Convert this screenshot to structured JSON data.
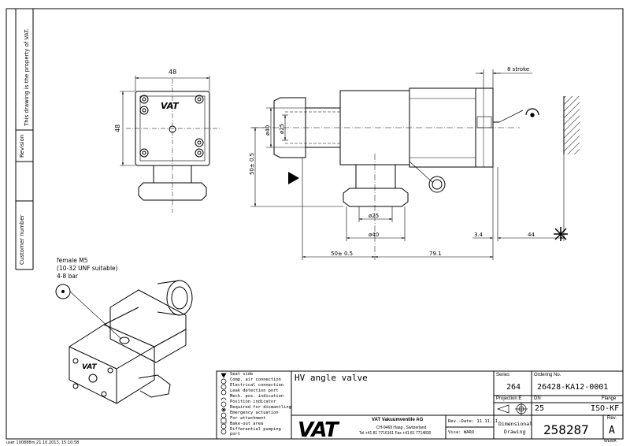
{
  "side_panel": {
    "property_notice": "This drawing is the property of VAT.",
    "revision_label": "Revision",
    "customer_number_label": "Customer number"
  },
  "dimensions": {
    "top_width": "48",
    "top_height": "48",
    "stroke": "8 stroke",
    "dia_40_upper": "ø40",
    "dia_25_upper": "ø25",
    "height_50": "50± 0.5",
    "dia_25_lower": "ø25",
    "dia_40_lower": "ø40",
    "dim_3_4": "3.4",
    "dim_44": "44",
    "length_50": "50± 0.5",
    "length_79_1": "79.1"
  },
  "connection_note": {
    "line1": "female M5",
    "line2": "(10-32 UNF suitable)",
    "line3": "4-8 bar"
  },
  "legend": [
    "Seat side",
    "Comp. air connection",
    "Electrical connection",
    "Leak detection port",
    "Mech. pos. indication",
    "Position indicator",
    "Required for dismantling",
    "Emergency actuation",
    "For attachment",
    "Bake-out area",
    "Differential pumping port"
  ],
  "title_block": {
    "title": "HV angle valve",
    "series_label": "Series",
    "series_value": "264",
    "ordering_label": "Ordering No.",
    "ordering_value": "26428-KA12-0001",
    "projection_label": "Projection E",
    "dn_label": "DN",
    "dn_value": "25",
    "flange_label": "Flange",
    "flange_value": "ISO-KF",
    "company_name": "VAT Vakuumventile AG",
    "company_address": "CH-9469 Haag , Switzerland",
    "company_phone": "Tel +41 81 7716161  Fax +41 81 7714830",
    "rev_date_label": "Rev.-Date: 11.11.11",
    "visa_label": "Visa: WARO",
    "dimensional_label_1": "Dimensional",
    "dimensional_label_2": "Drawing",
    "drawing_number": "258287",
    "rev_label": "Rev.",
    "rev_value": "A",
    "logo_text": "VAT",
    "corner_code": "WEMA"
  },
  "footer_meta": "user 100888m 21.10.2013, 15:10:58"
}
